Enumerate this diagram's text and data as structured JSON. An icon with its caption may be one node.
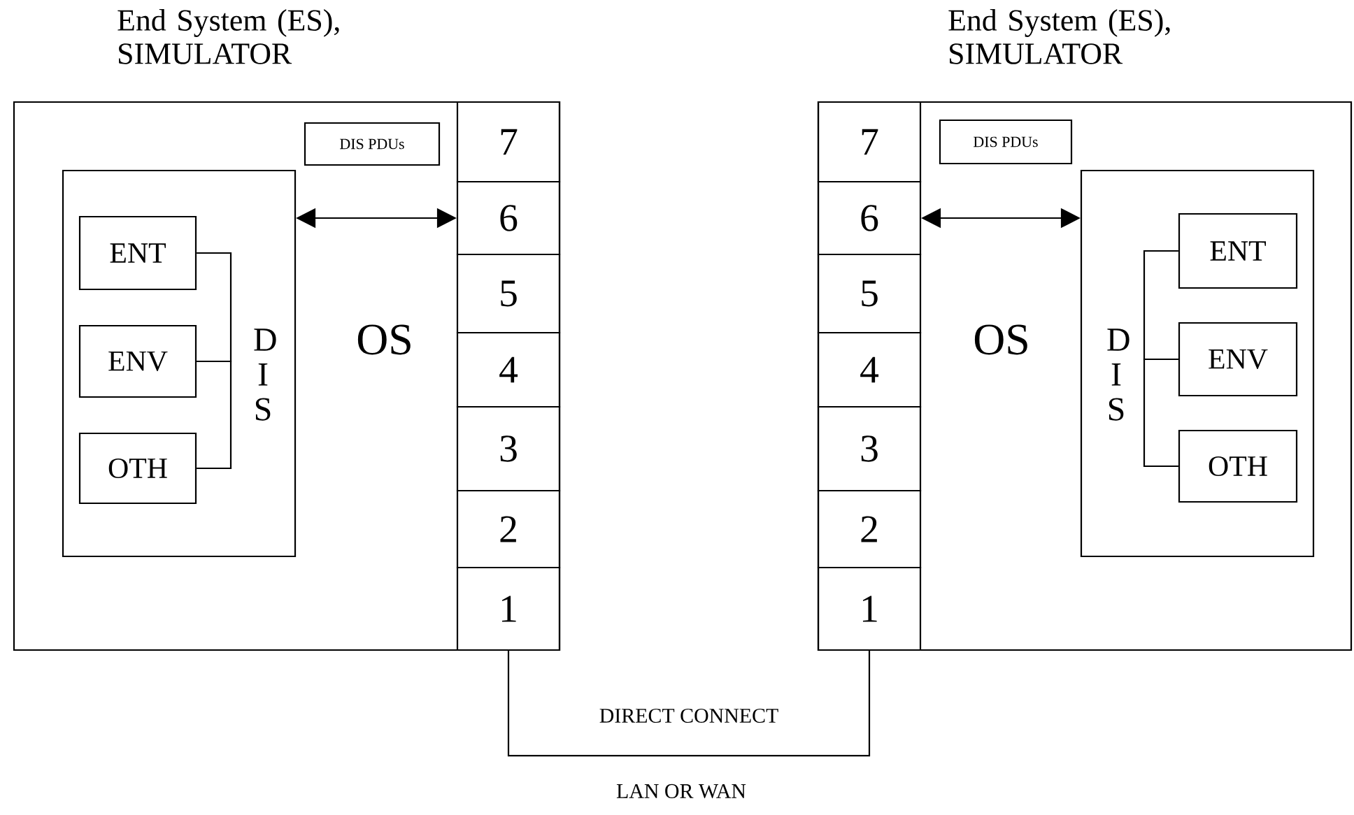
{
  "diagram": {
    "nodes": [
      {
        "text": [
          "End System (ES), SIMULATOR",
          "OS"
        ]
      },
      {
        "text": [
          "DIS PDUs"
        ],
        "in": 0
      },
      {
        "text": [
          "D I S"
        ],
        "in": 0
      },
      {
        "text": [
          "ENT"
        ],
        "in": 2
      },
      {
        "text": [
          "ENV"
        ],
        "in": 2
      },
      {
        "text": [
          "OTH"
        ],
        "in": 2
      },
      {
        "text": [
          "7"
        ],
        "in": 0
      },
      {
        "text": [
          "6"
        ],
        "in": 0
      },
      {
        "text": [
          "5"
        ],
        "in": 0
      },
      {
        "text": [
          "4"
        ],
        "in": 0
      },
      {
        "text": [
          "3"
        ],
        "in": 0
      },
      {
        "text": [
          "2"
        ],
        "in": 0
      },
      {
        "text": [
          "1"
        ],
        "in": 0
      },
      {
        "text": [
          "End System (ES), SIMULATOR",
          "OS"
        ]
      },
      {
        "text": [
          "7"
        ],
        "in": 13
      },
      {
        "text": [
          "6"
        ],
        "in": 13
      },
      {
        "text": [
          "5"
        ],
        "in": 13
      },
      {
        "text": [
          "4"
        ],
        "in": 13
      },
      {
        "text": [
          "3"
        ],
        "in": 13
      },
      {
        "text": [
          "2"
        ],
        "in": 13
      },
      {
        "text": [
          "1"
        ],
        "in": 13
      },
      {
        "text": [
          "DIS PDUs"
        ],
        "in": 13
      },
      {
        "text": [
          "D I S"
        ],
        "in": 13
      },
      {
        "text": [
          "ENT"
        ],
        "in": 22
      },
      {
        "text": [
          "ENV"
        ],
        "in": 22
      },
      {
        "text": [
          "OTH"
        ],
        "in": 22
      }
    ],
    "edges": [
      {
        "from": 3,
        "to": 4,
        "arrow": "none"
      },
      {
        "from": 5,
        "to": 4,
        "arrow": "none"
      },
      {
        "from": 2,
        "to": 7,
        "arrow": "both"
      },
      {
        "from": 23,
        "to": 24,
        "arrow": "none"
      },
      {
        "from": 25,
        "to": 24,
        "arrow": "none"
      },
      {
        "from": 15,
        "to": 22,
        "arrow": "both"
      },
      {
        "from": 12,
        "to": 20,
        "arrow": "none",
        "label": "DIRECT CONNECT"
      }
    ],
    "labels": [
      "LAN OR WAN"
    ]
  }
}
